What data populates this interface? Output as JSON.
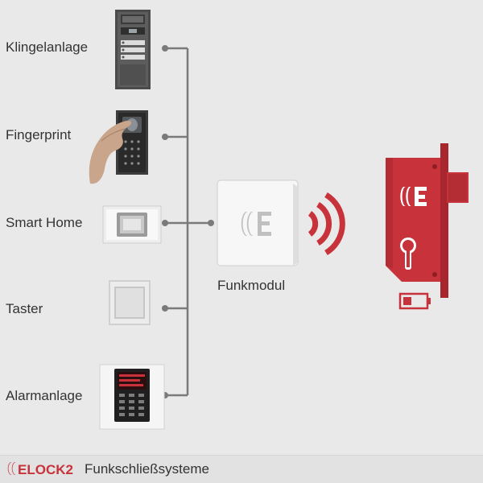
{
  "devices": [
    {
      "label": "Klingelanlage",
      "icon": "doorbell-panel-icon"
    },
    {
      "label": "Fingerprint",
      "icon": "fingerprint-reader-icon"
    },
    {
      "label": "Smart Home",
      "icon": "smart-home-switch-icon"
    },
    {
      "label": "Taster",
      "icon": "push-button-icon"
    },
    {
      "label": "Alarmanlage",
      "icon": "alarm-keypad-icon"
    }
  ],
  "module": {
    "label": "Funkmodul",
    "icon": "radio-module-icon"
  },
  "lock": {
    "icon": "motor-lock-icon",
    "battery_icon": "battery-icon"
  },
  "footer": {
    "logo_text": "ELOCK2",
    "caption": "Funkschließsysteme"
  },
  "colors": {
    "accent": "#c8323a",
    "line": "#7a7a7a",
    "text": "#333333",
    "background": "#e9e9e9"
  }
}
